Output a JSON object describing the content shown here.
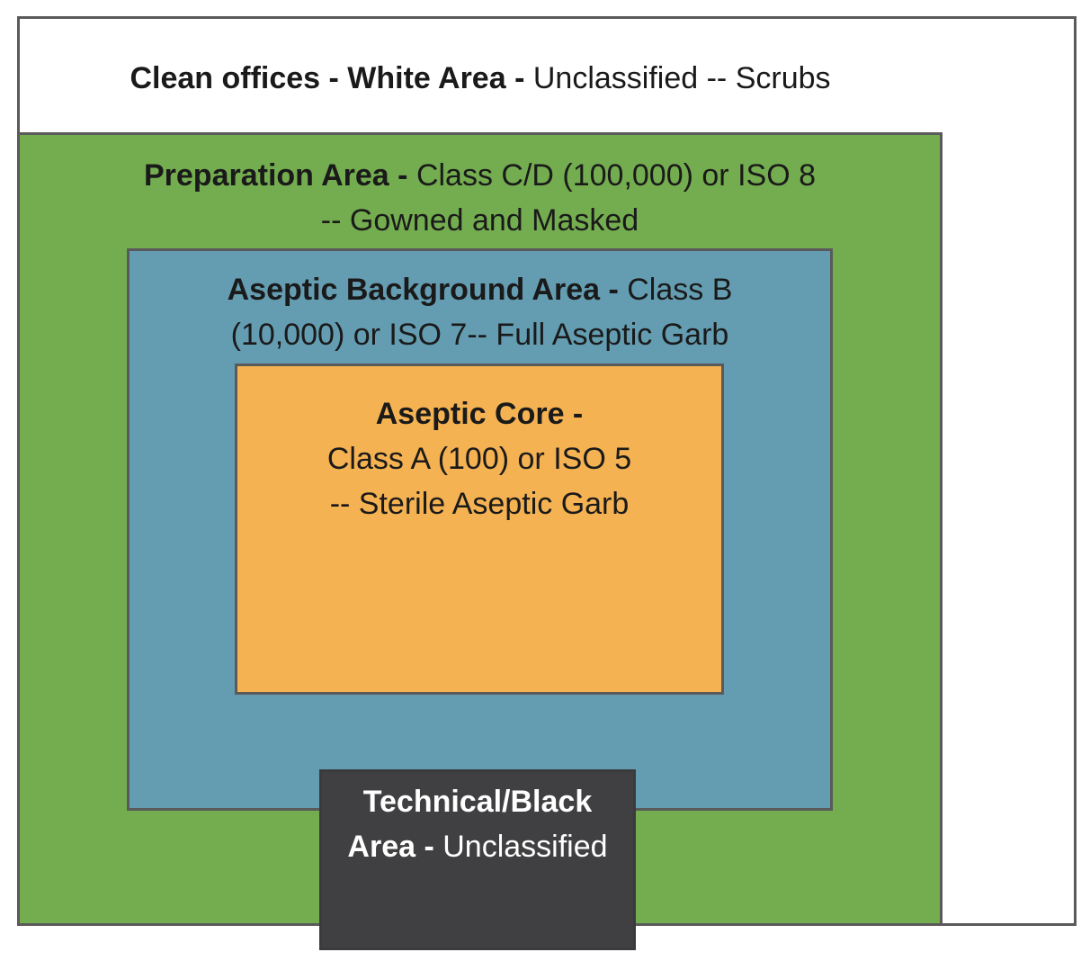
{
  "zones": {
    "white": {
      "title": "Clean offices - White Area -",
      "desc": "Unclassified -- Scrubs",
      "color": "#ffffff"
    },
    "green": {
      "title": "Preparation Area -",
      "desc_line1": "Class C/D (100,000) or ISO 8",
      "desc_line2": "-- Gowned and Masked",
      "color": "#74ad50"
    },
    "blue": {
      "title": "Aseptic Background Area -",
      "desc_line1": "Class B",
      "desc_line2": "(10,000) or ISO 7-- Full Aseptic Garb",
      "color": "#649db1"
    },
    "orange": {
      "title": "Aseptic Core -",
      "desc_line1": "Class A (100) or ISO 5",
      "desc_line2": "-- Sterile Aseptic Garb",
      "color": "#f5b252"
    },
    "black": {
      "title_line1": "Technical/Black",
      "title_line2": "Area -",
      "desc": "Unclassified",
      "color": "#404042"
    }
  }
}
